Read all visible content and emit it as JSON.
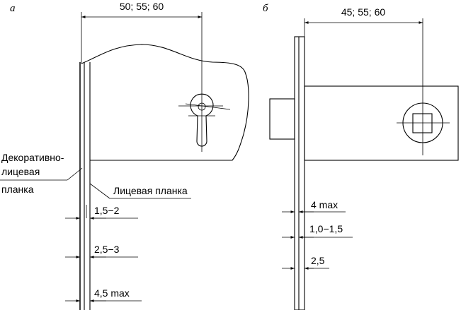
{
  "panel_a": {
    "letter": "а",
    "top_dimension": "50; 55; 60",
    "decorative_label_line1": "Декоративно-",
    "decorative_label_line2": "лицевая",
    "decorative_label_line3": "планка",
    "face_plate_label": "Лицевая планка",
    "dim_1": "1,5−2",
    "dim_2": "2,5−3",
    "dim_3": "4,5 max"
  },
  "panel_b": {
    "letter": "б",
    "top_dimension": "45; 55; 60",
    "dim_1": "4 max",
    "dim_2": "1,0−1,5",
    "dim_3": "2,5"
  }
}
